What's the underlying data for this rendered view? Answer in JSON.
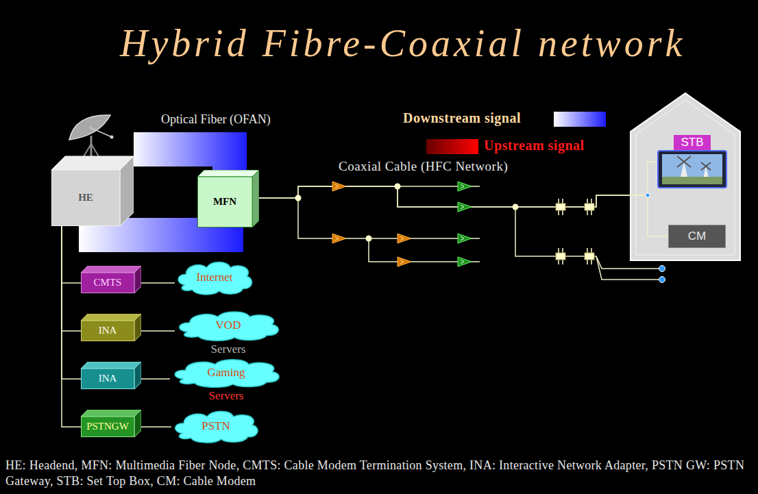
{
  "diagram": {
    "title": "Hybrid Fibre-Coaxial network",
    "caption": "HE: Headend, MFN: Multimedia Fiber Node, CMTS: Cable Modem Termination System, INA: Interactive Network Adapter, PSTN GW: PSTN Gateway, STB: Set Top Box, CM: Cable Modem",
    "nodes": [
      {
        "text": [
          "HE"
        ]
      },
      {
        "text": [
          "MFN"
        ]
      },
      {
        "text": [
          "CMTS"
        ]
      },
      {
        "text": [
          "INA"
        ]
      },
      {
        "text": [
          "INA"
        ]
      },
      {
        "text": [
          "PSTNGW"
        ]
      },
      {
        "text": [
          "Internet"
        ]
      },
      {
        "text": [
          "VOD",
          "Servers"
        ]
      },
      {
        "text": [
          "Gaming",
          "Servers"
        ]
      },
      {
        "text": [
          "PSTN"
        ]
      },
      {
        "text": [
          "STB"
        ]
      },
      {
        "text": [
          "CM"
        ]
      }
    ],
    "edges": [
      {
        "from": 0,
        "to": 1,
        "arrow": "none"
      },
      {
        "from": 0,
        "to": 1,
        "arrow": "none"
      },
      {
        "from": 0,
        "to": 2,
        "arrow": "none"
      },
      {
        "from": 0,
        "to": 3,
        "arrow": "none"
      },
      {
        "from": 0,
        "to": 4,
        "arrow": "none"
      },
      {
        "from": 0,
        "to": 5,
        "arrow": "none"
      },
      {
        "from": 2,
        "to": 6,
        "arrow": "none"
      },
      {
        "from": 3,
        "to": 7,
        "arrow": "none"
      },
      {
        "from": 4,
        "to": 8,
        "arrow": "none"
      },
      {
        "from": 5,
        "to": 9,
        "arrow": "none"
      },
      {
        "from": 1,
        "to": 10,
        "arrow": "none"
      },
      {
        "from": 1,
        "to": 11,
        "arrow": "none"
      }
    ],
    "labels": [
      "Optical Fiber (OFAN)",
      "Coaxial Cable (HFC Network)"
    ],
    "legend": [
      {
        "text": "Downstream signal",
        "color": "#1a1aff"
      },
      {
        "text": "Upstream signal",
        "color": "#ff0000"
      }
    ]
  }
}
